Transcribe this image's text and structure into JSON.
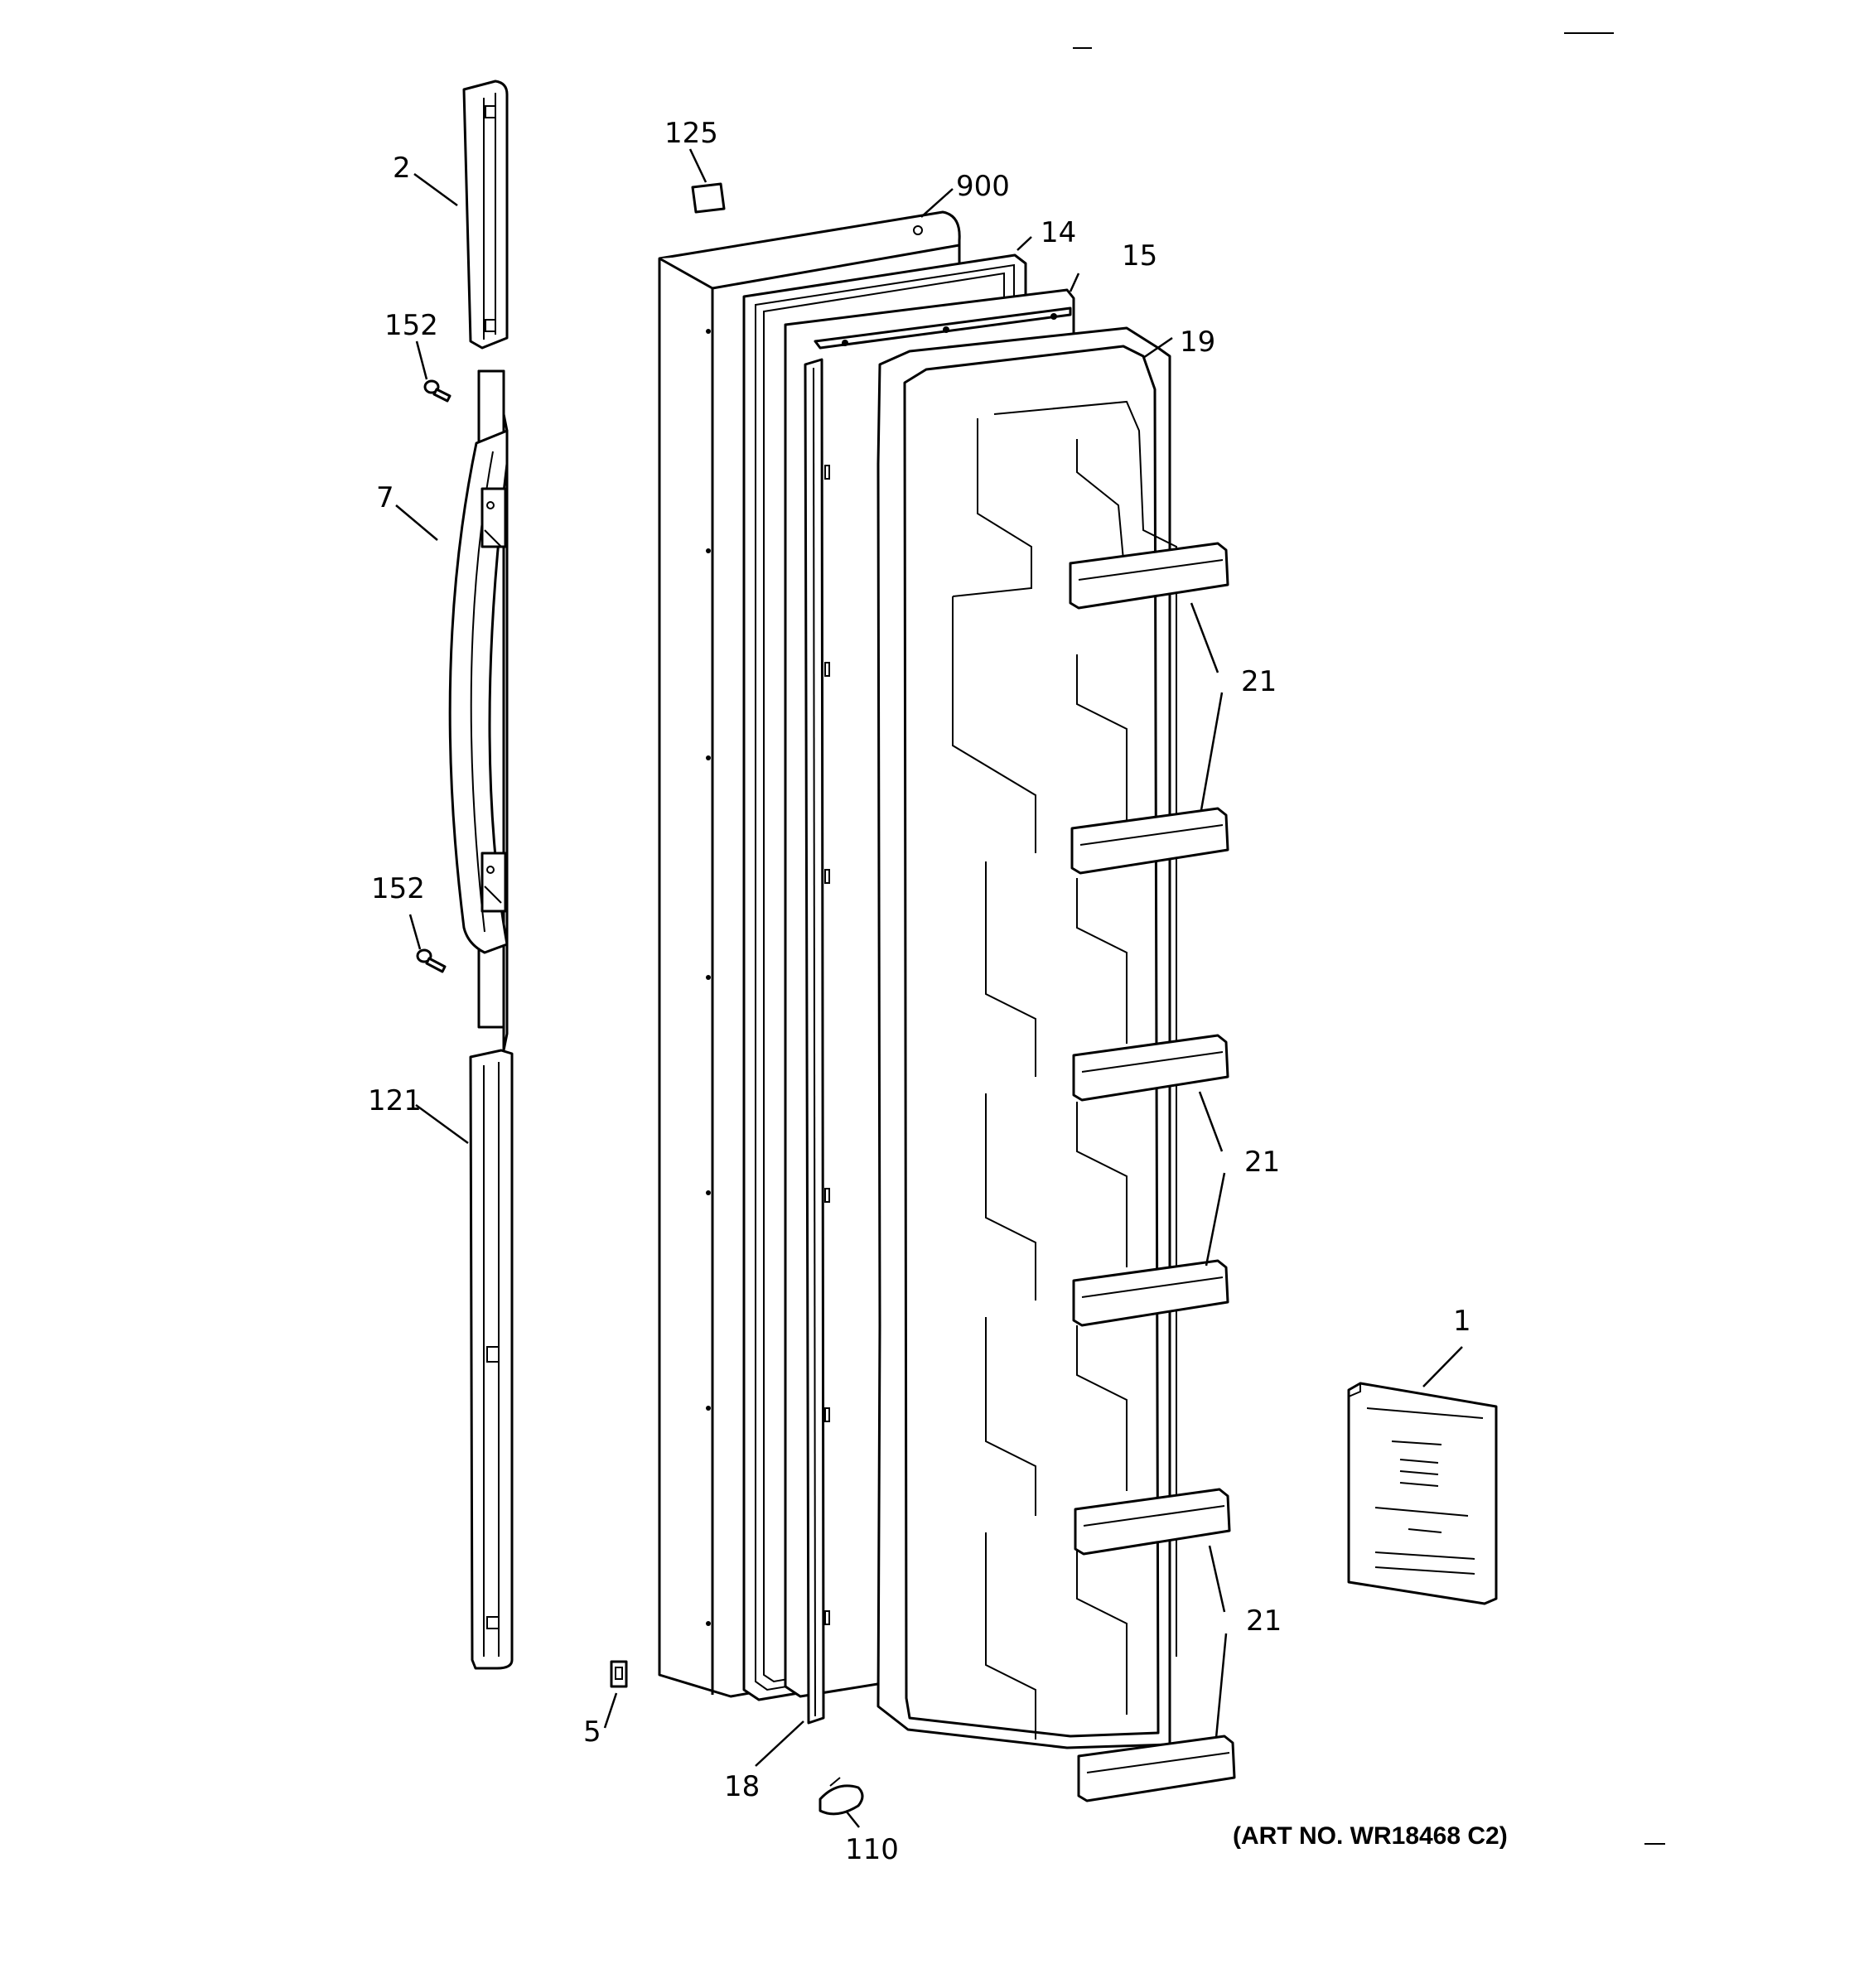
{
  "callouts": {
    "c125": "125",
    "c900": "900",
    "c14": "14",
    "c15": "15",
    "c19": "19",
    "c2": "2",
    "c152a": "152",
    "c7": "7",
    "c152b": "152",
    "c121": "121",
    "c21a": "21",
    "c21b": "21",
    "c21c": "21",
    "c1": "1",
    "c5": "5",
    "c18": "18",
    "c110": "110"
  },
  "art_number": "(ART NO. WR18468 C2)"
}
